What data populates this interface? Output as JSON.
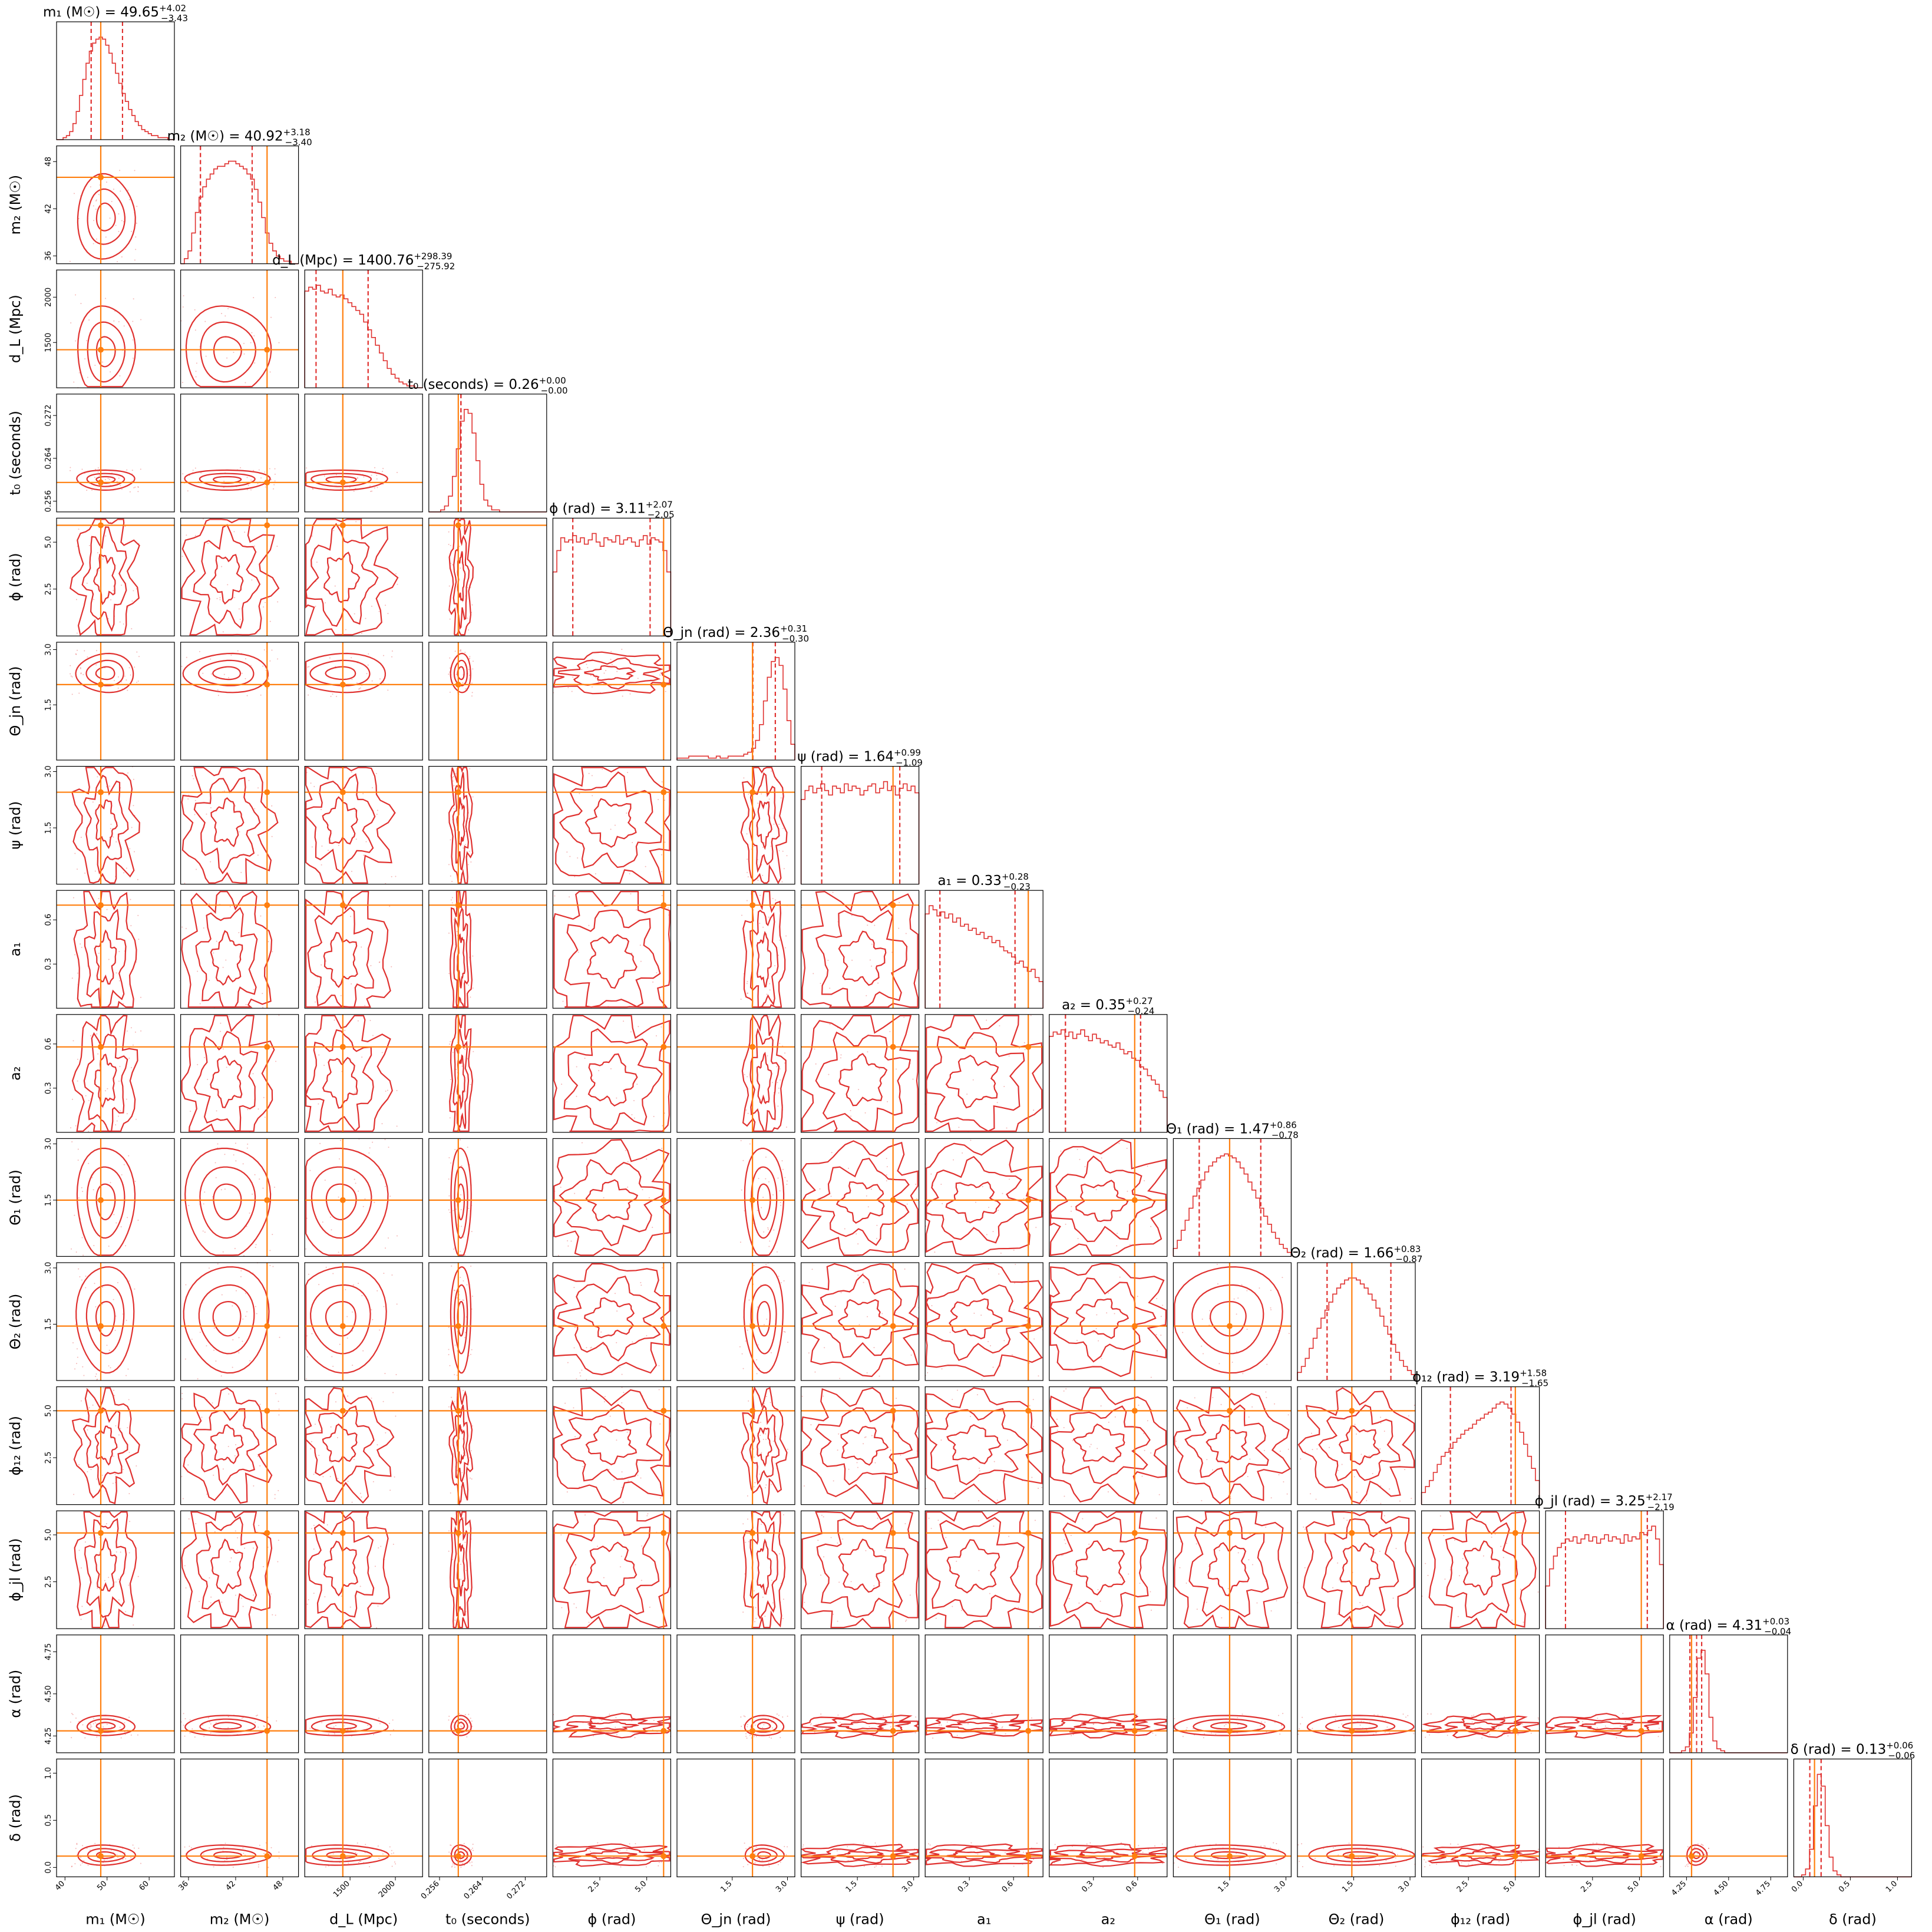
{
  "chart_data": {
    "type": "corner",
    "description_note": "",
    "colors": {
      "posterior": "#e0312f",
      "truth": "#ff7f0e",
      "frame": "#000000"
    },
    "parameters": [
      {
        "key": "m1",
        "axis_label": "m₁ (M☉)",
        "title": "m₁ (M☉) = 49.65",
        "median": 49.65,
        "plus": "+4.02",
        "minus": "−3.43",
        "truth": 48.5,
        "range": [
          38,
          66
        ],
        "ticks": [
          40,
          50,
          60
        ],
        "tick_labels": [
          "40",
          "50",
          "60"
        ],
        "hist": [
          0,
          0,
          1,
          2,
          4,
          8,
          14,
          22,
          30,
          38,
          44,
          48,
          50,
          51,
          50,
          47,
          43,
          38,
          33,
          28,
          23,
          19,
          15,
          12,
          9,
          7,
          5,
          4,
          3,
          2,
          2,
          1,
          1,
          1,
          0,
          0
        ]
      },
      {
        "key": "m2",
        "axis_label": "m₂ (M☉)",
        "title": "m₂ (M☉) = 40.92",
        "median": 40.92,
        "plus": "+3.18",
        "minus": "−3.40",
        "truth": 46.0,
        "range": [
          35,
          50
        ],
        "ticks": [
          36,
          42,
          48
        ],
        "tick_labels": [
          "36",
          "42",
          "48"
        ],
        "hist": [
          0,
          2,
          5,
          12,
          20,
          26,
          30,
          33,
          35,
          37,
          38,
          38,
          39,
          40,
          40,
          39,
          38,
          37,
          35,
          33,
          29,
          24,
          18,
          12,
          8,
          5,
          3,
          2,
          1,
          1,
          0,
          0
        ]
      },
      {
        "key": "dL",
        "axis_label": "d_L (Mpc)",
        "title": "d_L (Mpc) = 1400.76",
        "median": 1400.76,
        "plus": "+298.39",
        "minus": "−275.92",
        "truth": 1420,
        "range": [
          1000,
          2300
        ],
        "ticks": [
          1500,
          2000
        ],
        "tick_labels": [
          "1500",
          "2000"
        ],
        "hist": [
          50,
          52,
          51,
          53,
          50,
          49,
          51,
          48,
          47,
          48,
          46,
          44,
          42,
          40,
          38,
          34,
          30,
          26,
          22,
          18,
          14,
          10,
          7,
          5,
          3,
          2,
          1,
          1,
          0,
          0
        ]
      },
      {
        "key": "t0",
        "axis_label": "t₀ (seconds)",
        "title": "t₀ (seconds) = 0.26",
        "median": 0.26,
        "plus": "+0.00",
        "minus": "−0.00",
        "truth": 0.2595,
        "range": [
          0.254,
          0.276
        ],
        "ticks": [
          0.256,
          0.264,
          0.272
        ],
        "tick_labels": [
          "0.256",
          "0.264",
          "0.272"
        ],
        "hist": [
          0,
          0,
          0,
          1,
          3,
          8,
          18,
          32,
          46,
          52,
          50,
          40,
          26,
          14,
          6,
          3,
          1,
          1,
          0,
          0,
          0,
          0,
          0,
          0,
          0,
          0,
          0,
          0,
          0,
          0
        ]
      },
      {
        "key": "phi",
        "axis_label": "ϕ (rad)",
        "title": "ϕ (rad) = 3.11",
        "median": 3.11,
        "plus": "+2.07",
        "minus": "−2.05",
        "truth": 5.9,
        "range": [
          0,
          6.28
        ],
        "ticks": [
          2.5,
          5.0
        ],
        "tick_labels": [
          "2.5",
          "5.0"
        ],
        "hist": [
          30,
          40,
          46,
          44,
          45,
          47,
          44,
          46,
          43,
          45,
          48,
          44,
          42,
          46,
          45,
          44,
          47,
          43,
          45,
          46,
          44,
          42,
          45,
          47,
          43,
          46,
          45,
          44,
          40,
          30
        ]
      },
      {
        "key": "thetajn",
        "axis_label": "Θ_jn (rad)",
        "title": "Θ_jn (rad) = 2.36",
        "median": 2.36,
        "plus": "+0.31",
        "minus": "−0.30",
        "truth": 2.05,
        "range": [
          0,
          3.2
        ],
        "ticks": [
          1.5,
          3.0
        ],
        "tick_labels": [
          "1.5",
          "3.0"
        ],
        "hist": [
          1,
          1,
          1,
          2,
          2,
          2,
          2,
          2,
          1,
          1,
          2,
          1,
          1,
          2,
          2,
          2,
          2,
          3,
          4,
          6,
          10,
          18,
          30,
          42,
          50,
          52,
          48,
          36,
          20,
          8
        ]
      },
      {
        "key": "psi",
        "axis_label": "ψ (rad)",
        "title": "ψ (rad) = 1.64",
        "median": 1.64,
        "plus": "+0.99",
        "minus": "−1.09",
        "truth": 2.45,
        "range": [
          0,
          3.14
        ],
        "ticks": [
          1.5,
          3.0
        ],
        "tick_labels": [
          "1.5",
          "3.0"
        ],
        "hist": [
          38,
          42,
          44,
          41,
          43,
          45,
          42,
          40,
          44,
          43,
          41,
          45,
          42,
          44,
          43,
          40,
          42,
          44,
          45,
          41,
          43,
          46,
          42,
          44,
          40,
          43,
          45,
          42,
          44,
          41
        ]
      },
      {
        "key": "a1",
        "axis_label": "a₁",
        "title": "a₁ = 0.33",
        "median": 0.33,
        "plus": "+0.28",
        "minus": "−0.23",
        "truth": 0.7,
        "range": [
          0,
          0.8
        ],
        "ticks": [
          0.3,
          0.6
        ],
        "tick_labels": [
          "0.3",
          "0.6"
        ],
        "hist": [
          46,
          50,
          48,
          45,
          47,
          44,
          46,
          42,
          44,
          40,
          41,
          38,
          39,
          36,
          37,
          34,
          35,
          32,
          33,
          30,
          28,
          27,
          25,
          22,
          23,
          20,
          18,
          19,
          15,
          13
        ]
      },
      {
        "key": "a2",
        "axis_label": "a₂",
        "title": "a₂ = 0.35",
        "median": 0.35,
        "plus": "+0.27",
        "minus": "−0.24",
        "truth": 0.58,
        "range": [
          0,
          0.8
        ],
        "ticks": [
          0.3,
          0.6
        ],
        "tick_labels": [
          "0.3",
          "0.6"
        ],
        "hist": [
          44,
          46,
          45,
          47,
          44,
          46,
          43,
          45,
          47,
          44,
          42,
          45,
          43,
          41,
          42,
          40,
          39,
          41,
          38,
          36,
          37,
          34,
          33,
          30,
          29,
          26,
          24,
          22,
          19,
          16
        ]
      },
      {
        "key": "theta1",
        "axis_label": "Θ₁ (rad)",
        "title": "Θ₁ (rad) = 1.47",
        "median": 1.47,
        "plus": "+0.86",
        "minus": "−0.78",
        "truth": 1.5,
        "range": [
          0,
          3.14
        ],
        "ticks": [
          1.5,
          3.0
        ],
        "tick_labels": [
          "1.5",
          "3.0"
        ],
        "hist": [
          4,
          8,
          13,
          18,
          24,
          30,
          34,
          38,
          42,
          45,
          47,
          49,
          50,
          51,
          50,
          49,
          47,
          44,
          41,
          37,
          33,
          29,
          24,
          20,
          16,
          12,
          9,
          6,
          4,
          2
        ]
      },
      {
        "key": "theta2",
        "axis_label": "Θ₂ (rad)",
        "title": "Θ₂ (rad) = 1.66",
        "median": 1.66,
        "plus": "+0.83",
        "minus": "−0.87",
        "truth": 1.45,
        "range": [
          0,
          3.14
        ],
        "ticks": [
          1.5,
          3.0
        ],
        "tick_labels": [
          "1.5",
          "3.0"
        ],
        "hist": [
          4,
          7,
          11,
          16,
          21,
          26,
          31,
          35,
          39,
          43,
          46,
          48,
          50,
          51,
          51,
          50,
          48,
          46,
          43,
          40,
          36,
          32,
          27,
          23,
          18,
          14,
          10,
          7,
          5,
          3
        ]
      },
      {
        "key": "phi12",
        "axis_label": "ϕ₁₂ (rad)",
        "title": "ϕ₁₂ (rad) = 3.19",
        "median": 3.19,
        "plus": "+1.58",
        "minus": "−1.65",
        "truth": 5.0,
        "range": [
          0,
          6.28
        ],
        "ticks": [
          2.5,
          5.0
        ],
        "tick_labels": [
          "2.5",
          "5.0"
        ],
        "hist": [
          6,
          9,
          12,
          16,
          20,
          24,
          26,
          28,
          31,
          33,
          35,
          37,
          38,
          40,
          42,
          43,
          45,
          46,
          48,
          50,
          51,
          50,
          48,
          45,
          41,
          36,
          30,
          24,
          18,
          12
        ]
      },
      {
        "key": "phijl",
        "axis_label": "ϕ_jl (rad)",
        "title": "ϕ_jl (rad) = 3.25",
        "median": 3.25,
        "plus": "+2.17",
        "minus": "−2.19",
        "truth": 5.1,
        "range": [
          0,
          6.28
        ],
        "ticks": [
          2.5,
          5.0
        ],
        "tick_labels": [
          "2.5",
          "5.0"
        ],
        "hist": [
          20,
          28,
          34,
          38,
          40,
          42,
          41,
          43,
          40,
          42,
          44,
          41,
          43,
          40,
          42,
          44,
          41,
          43,
          42,
          40,
          44,
          41,
          43,
          42,
          45,
          44,
          46,
          48,
          42,
          30
        ]
      },
      {
        "key": "alpha",
        "axis_label": "α (rad)",
        "title": "α (rad) = 4.31",
        "median": 4.31,
        "plus": "+0.03",
        "minus": "−0.04",
        "truth": 4.28,
        "range": [
          4.15,
          4.85
        ],
        "ticks": [
          4.25,
          4.5,
          4.75
        ],
        "tick_labels": [
          "4.25",
          "4.50",
          "4.75"
        ],
        "hist": [
          0,
          0,
          0,
          1,
          3,
          10,
          28,
          48,
          52,
          40,
          18,
          6,
          2,
          1,
          0,
          0,
          0,
          0,
          0,
          0,
          0,
          0,
          0,
          0,
          0,
          0,
          0,
          0,
          0,
          0
        ]
      },
      {
        "key": "delta",
        "axis_label": "δ (rad)",
        "title": "δ (rad) = 0.13",
        "median": 0.13,
        "plus": "+0.06",
        "minus": "−0.06",
        "truth": 0.12,
        "range": [
          -0.1,
          1.15
        ],
        "ticks": [
          0.0,
          0.5,
          1.0
        ],
        "tick_labels": [
          "0.0",
          "0.5",
          "1.0"
        ],
        "hist": [
          0,
          0,
          1,
          4,
          14,
          36,
          52,
          46,
          26,
          10,
          3,
          1,
          0,
          0,
          0,
          0,
          0,
          0,
          0,
          0,
          0,
          0,
          0,
          0,
          0,
          0,
          0,
          0,
          0,
          0
        ]
      }
    ]
  }
}
